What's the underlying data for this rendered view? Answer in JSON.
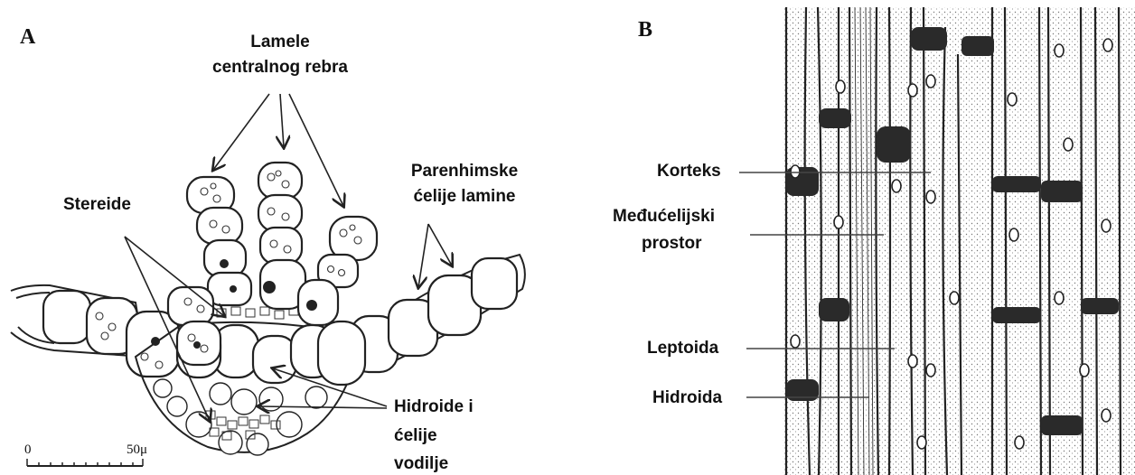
{
  "panel_a": {
    "letter": "A",
    "labels": {
      "lamellae": [
        "Lamele",
        "centralnog rebra"
      ],
      "parenchyma": [
        "Parenhimske",
        "ćelije lamine"
      ],
      "stereids": "Stereide",
      "hydroids": [
        "Hidroide i",
        "ćelije",
        "vodilje"
      ]
    },
    "scale_bar": {
      "zero": "0",
      "value": "50μ"
    }
  },
  "panel_b": {
    "letter": "B",
    "labels": {
      "cortex": "Korteks",
      "intercellular": [
        "Međućelijski",
        "prostor"
      ],
      "leptoid": "Leptoida",
      "hydroid": "Hidroida"
    }
  },
  "colors": {
    "ink": "#222222",
    "background": "#ffffff",
    "shading": "#9a9a9a"
  }
}
